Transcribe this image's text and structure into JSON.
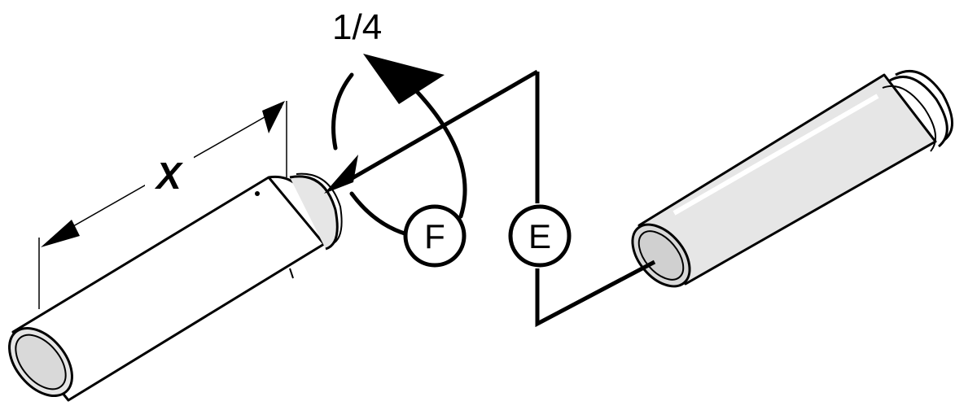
{
  "diagram": {
    "rotation_label": "1/4",
    "length_label": "X",
    "callouts": [
      {
        "id": "F",
        "label": "F"
      },
      {
        "id": "E",
        "label": "E"
      }
    ],
    "colors": {
      "ink": "#000000",
      "pipe_fill": "#ffffff",
      "pipe_shaded_fill": "#e6e6e6",
      "pipe_end_fill": "#d9d9d9"
    }
  }
}
